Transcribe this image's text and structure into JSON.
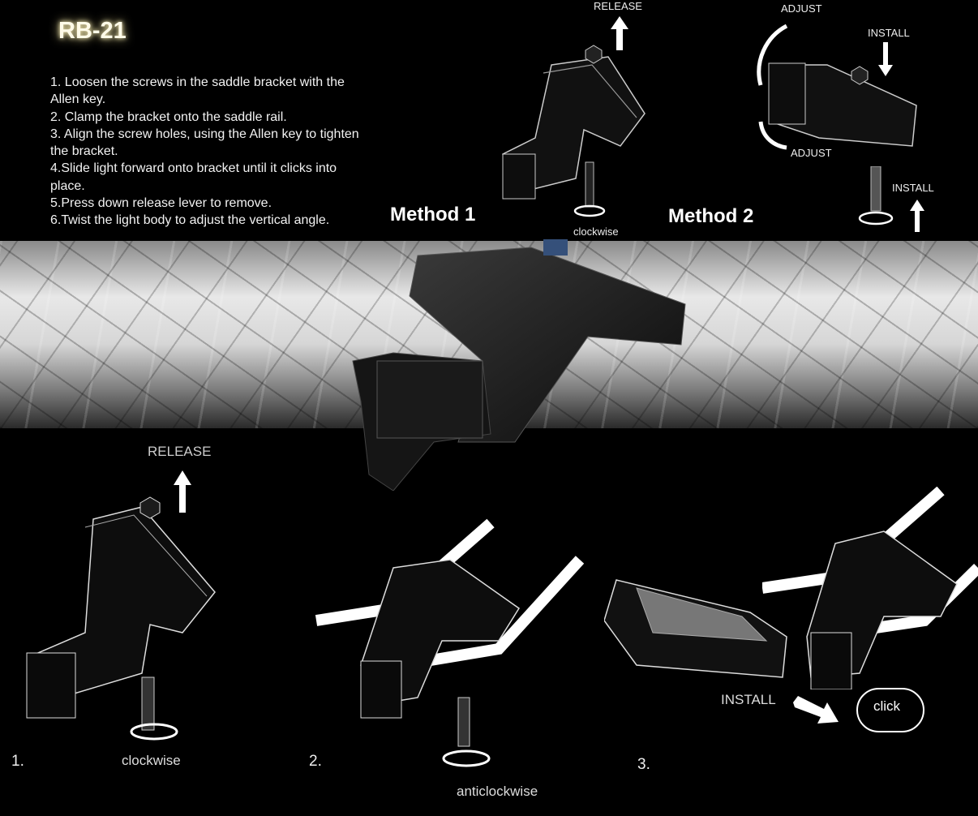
{
  "title": "RB-21",
  "steps": [
    "1. Loosen the screws in the saddle bracket with the Allen key.",
    "2. Clamp the bracket onto the saddle rail.",
    "3. Align the screw holes, using the Allen key to tighten the bracket.",
    "4.Slide light forward onto bracket until it clicks into place.",
    "5.Press down release lever to remove.",
    "6.Twist the light body to adjust the vertical angle."
  ],
  "method1": {
    "label": "Method 1",
    "release": "RELEASE",
    "rotation": "clockwise"
  },
  "method2": {
    "label": "Method 2",
    "adjust_top": "ADJUST",
    "adjust_bottom": "ADJUST",
    "install_top": "INSTALL",
    "install_bottom": "INSTALL"
  },
  "figures": [
    {
      "number": "1.",
      "release": "RELEASE",
      "rotation": "clockwise"
    },
    {
      "number": "2.",
      "rotation": "anticlockwise"
    },
    {
      "number": "3.",
      "install": "INSTALL",
      "click": "click"
    }
  ]
}
